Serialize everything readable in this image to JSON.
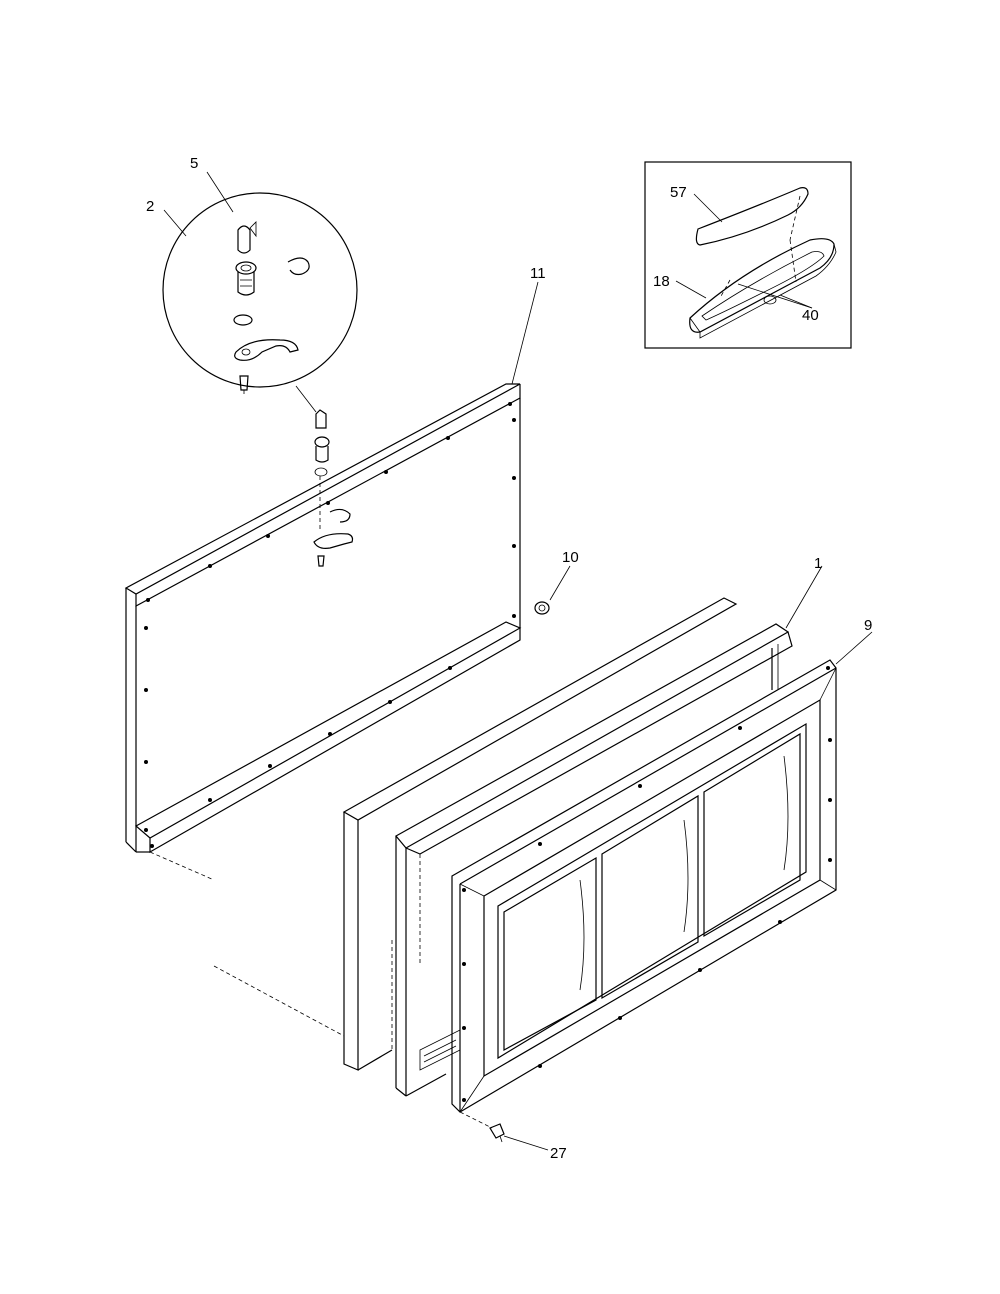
{
  "callouts": {
    "c5": "5",
    "c2": "2",
    "c11": "11",
    "c10": "10",
    "c1": "1",
    "c9": "9",
    "c27": "27",
    "c57": "57",
    "c18": "18",
    "c40": "40"
  },
  "icons": {
    "hinge_assembly": "hinge-assembly-icon",
    "handle_assembly": "handle-assembly-icon"
  }
}
